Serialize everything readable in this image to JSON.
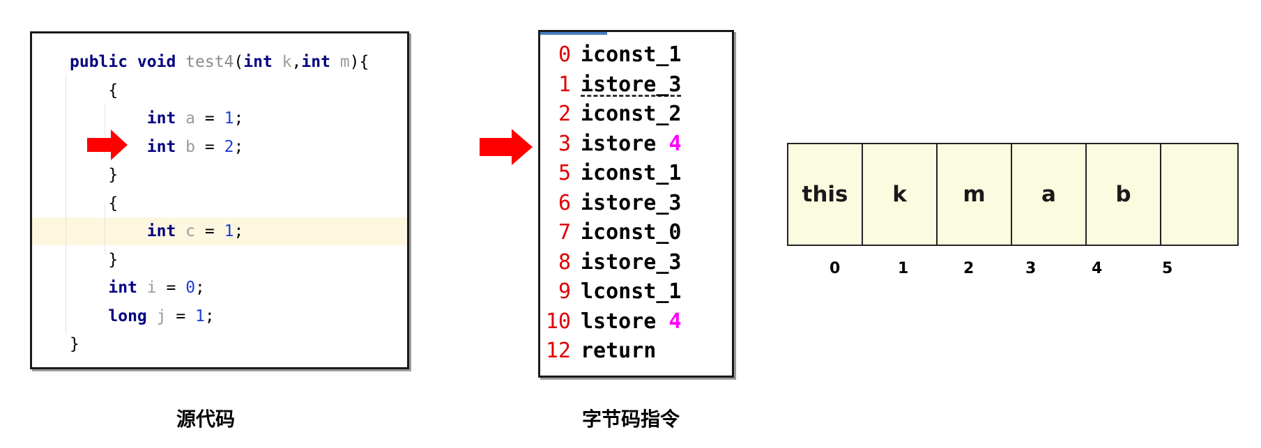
{
  "source_code": {
    "caption": "源代码",
    "lines": [
      [
        {
          "t": "public void ",
          "c": "kw"
        },
        {
          "t": "test4",
          "c": "fn"
        },
        {
          "t": "(",
          "c": "plain"
        },
        {
          "t": "int ",
          "c": "kw"
        },
        {
          "t": "k",
          "c": "var"
        },
        {
          "t": ",",
          "c": "plain"
        },
        {
          "t": "int ",
          "c": "kw"
        },
        {
          "t": "m",
          "c": "var"
        },
        {
          "t": "){",
          "c": "plain"
        }
      ],
      [
        {
          "t": "    {",
          "c": "plain"
        }
      ],
      [
        {
          "t": "        int ",
          "c": "kw"
        },
        {
          "t": "a",
          "c": "var"
        },
        {
          "t": " = ",
          "c": "plain"
        },
        {
          "t": "1",
          "c": "num"
        },
        {
          "t": ";",
          "c": "plain"
        }
      ],
      [
        {
          "t": "        int ",
          "c": "kw"
        },
        {
          "t": "b",
          "c": "var"
        },
        {
          "t": " = ",
          "c": "plain"
        },
        {
          "t": "2",
          "c": "num"
        },
        {
          "t": ";",
          "c": "plain"
        }
      ],
      [
        {
          "t": "    }",
          "c": "plain"
        }
      ],
      [
        {
          "t": "    {",
          "c": "plain"
        }
      ],
      [
        {
          "t": "        int ",
          "c": "kw"
        },
        {
          "t": "c",
          "c": "var"
        },
        {
          "t": " = ",
          "c": "plain"
        },
        {
          "t": "1",
          "c": "num"
        },
        {
          "t": ";",
          "c": "plain"
        }
      ],
      [
        {
          "t": "    }",
          "c": "plain"
        }
      ],
      [
        {
          "t": "    int ",
          "c": "kw"
        },
        {
          "t": "i",
          "c": "var"
        },
        {
          "t": " = ",
          "c": "plain"
        },
        {
          "t": "0",
          "c": "num"
        },
        {
          "t": ";",
          "c": "plain"
        }
      ],
      [
        {
          "t": "    long ",
          "c": "kw"
        },
        {
          "t": "j",
          "c": "var"
        },
        {
          "t": " = ",
          "c": "plain"
        },
        {
          "t": "1",
          "c": "num"
        },
        {
          "t": ";",
          "c": "plain"
        }
      ],
      [
        {
          "t": "}",
          "c": "plain"
        }
      ]
    ],
    "highlighted_line": 6,
    "arrow_line": 3
  },
  "bytecode": {
    "caption": "字节码指令",
    "instructions": [
      {
        "offset": "0",
        "op": "iconst_1",
        "arg": ""
      },
      {
        "offset": "1",
        "op": "istore_3",
        "arg": ""
      },
      {
        "offset": "2",
        "op": "iconst_2",
        "arg": ""
      },
      {
        "offset": "3",
        "op": "istore ",
        "arg": "4"
      },
      {
        "offset": "5",
        "op": "iconst_1",
        "arg": ""
      },
      {
        "offset": "6",
        "op": "istore_3",
        "arg": ""
      },
      {
        "offset": "7",
        "op": "iconst_0",
        "arg": ""
      },
      {
        "offset": "8",
        "op": "istore_3",
        "arg": ""
      },
      {
        "offset": "9",
        "op": "lconst_1",
        "arg": ""
      },
      {
        "offset": "10",
        "op": "lstore ",
        "arg": "4"
      },
      {
        "offset": "12",
        "op": "return",
        "arg": ""
      }
    ],
    "arrow_instruction": 3,
    "dashed_underline_instruction": 1
  },
  "local_variable_table": {
    "slots": [
      "this",
      "k",
      "m",
      "a",
      "b",
      ""
    ],
    "indices": [
      "0",
      "1",
      "2",
      "3",
      "4",
      "5"
    ]
  },
  "colors": {
    "arrow": "#ff0000",
    "keyword": "#000080",
    "number_literal": "#1f3ed6",
    "bytecode_offset": "#e00000",
    "bytecode_operand": "#ff00ff",
    "slot_fill": "#fbfbe0",
    "highlight_line": "#fdf7e0"
  }
}
